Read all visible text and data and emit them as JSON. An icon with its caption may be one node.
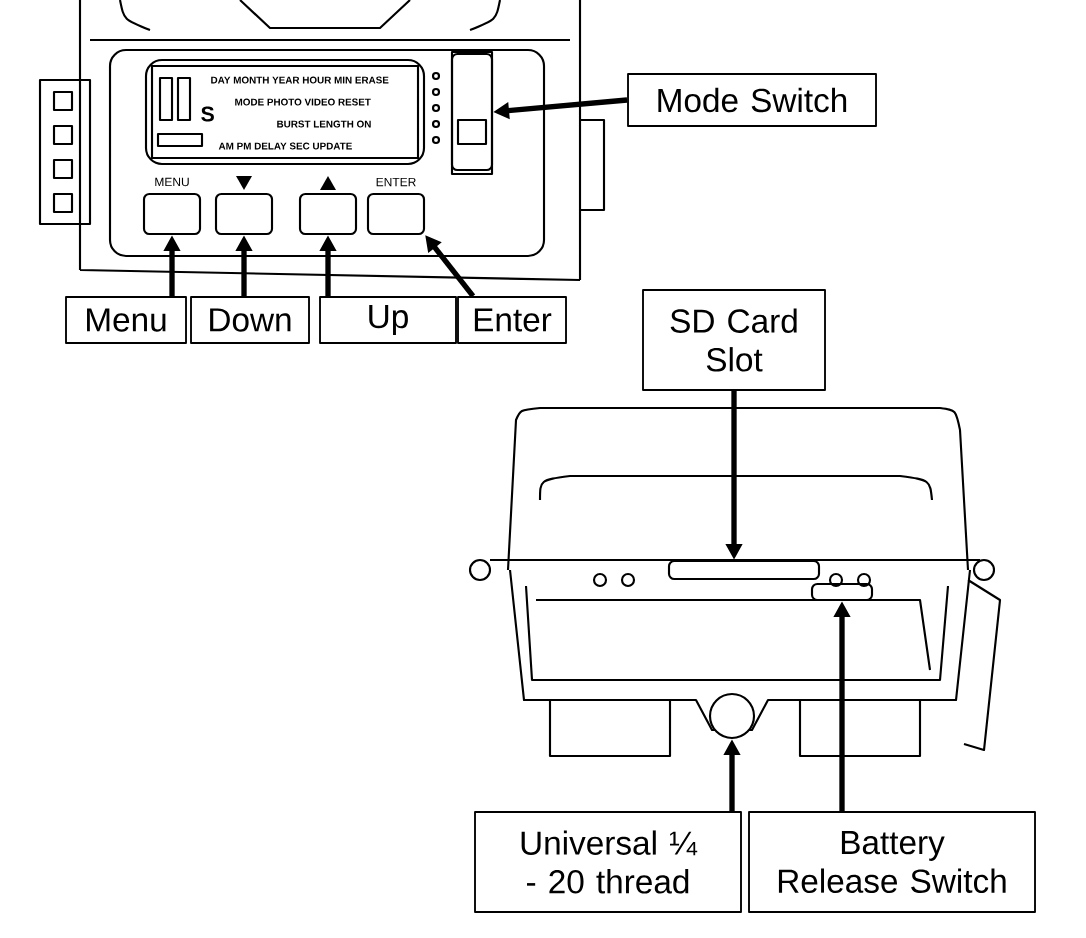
{
  "diagram": {
    "nodes": [
      {
        "text": [
          "Mode Switch"
        ]
      },
      {
        "text": [],
        "shape": "box"
      },
      {
        "text": [],
        "shape": "box"
      },
      {
        "text": [],
        "shape": "box"
      },
      {
        "text": [],
        "shape": "box"
      },
      {
        "text": [],
        "shape": "box"
      },
      {
        "text": [
          "Menu"
        ]
      },
      {
        "text": [
          "Down"
        ]
      },
      {
        "text": [
          "Up"
        ]
      },
      {
        "text": [
          "Enter"
        ]
      },
      {
        "text": [
          "SD Card Slot"
        ]
      },
      {
        "text": [],
        "shape": "box"
      },
      {
        "text": [],
        "shape": "circle"
      },
      {
        "text": [],
        "shape": "box"
      },
      {
        "text": [
          "Universal ¼ - 20 thread"
        ]
      },
      {
        "text": [
          "Battery Release Switch"
        ]
      }
    ],
    "edges": [
      {
        "from": 0,
        "to": 1,
        "arrow": "to"
      },
      {
        "from": 6,
        "to": 2,
        "arrow": "to"
      },
      {
        "from": 7,
        "to": 3,
        "arrow": "to"
      },
      {
        "from": 8,
        "to": 4,
        "arrow": "to"
      },
      {
        "from": 9,
        "to": 5,
        "arrow": "to"
      },
      {
        "from": 10,
        "to": 11,
        "arrow": "to"
      },
      {
        "from": 14,
        "to": 12,
        "arrow": "to"
      },
      {
        "from": 15,
        "to": 13,
        "arrow": "to"
      }
    ],
    "labels": [
      "DAY MONTH YEAR HOUR MIN ERASE",
      "S",
      "MODE PHOTO VIDEO RESET",
      "BURST LENGTH ON",
      "AM PM DELAY SEC UPDATE",
      "MENU",
      "ENTER"
    ]
  }
}
